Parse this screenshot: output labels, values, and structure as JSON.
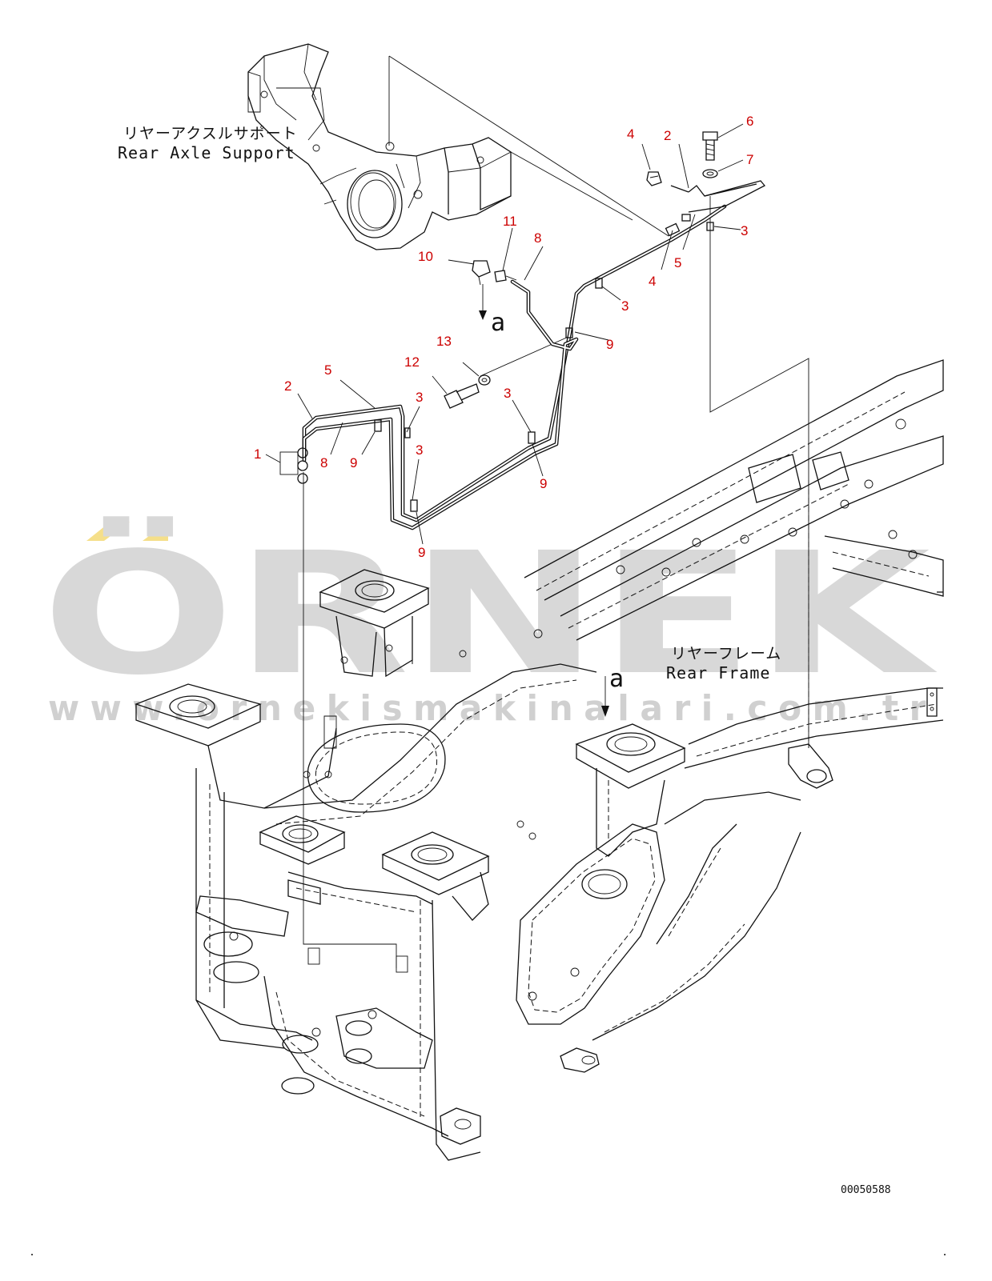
{
  "labels": {
    "rear_axle_support_jp": "リヤーアクスルサポート",
    "rear_axle_support_en": "Rear Axle Support",
    "rear_frame_jp": "リヤーフレーム",
    "rear_frame_en": "Rear Frame",
    "view_a_top": "a",
    "view_a_frame": "a",
    "document_number": "00050588"
  },
  "watermark": {
    "brand": "ÖRNEK",
    "url": "www.ornekismakinalari.com.tr",
    "brand_color": "#d8d8d8",
    "accent_color": "#f5df8a"
  },
  "callouts": [
    {
      "id": "c-4-top",
      "text": "4"
    },
    {
      "id": "c-2-top",
      "text": "2"
    },
    {
      "id": "c-6",
      "text": "6"
    },
    {
      "id": "c-7",
      "text": "7"
    },
    {
      "id": "c-3-top",
      "text": "3"
    },
    {
      "id": "c-5-right",
      "text": "5"
    },
    {
      "id": "c-4-mid",
      "text": "4"
    },
    {
      "id": "c-11",
      "text": "11"
    },
    {
      "id": "c-8-top",
      "text": "8"
    },
    {
      "id": "c-10",
      "text": "10"
    },
    {
      "id": "c-3-mid",
      "text": "3"
    },
    {
      "id": "c-9-right",
      "text": "9"
    },
    {
      "id": "c-13",
      "text": "13"
    },
    {
      "id": "c-12",
      "text": "12"
    },
    {
      "id": "c-5-left",
      "text": "5"
    },
    {
      "id": "c-2-left",
      "text": "2"
    },
    {
      "id": "c-3-a",
      "text": "3"
    },
    {
      "id": "c-3-b",
      "text": "3"
    },
    {
      "id": "c-3-c",
      "text": "3"
    },
    {
      "id": "c-1",
      "text": "1"
    },
    {
      "id": "c-8-left",
      "text": "8"
    },
    {
      "id": "c-9-left",
      "text": "9"
    },
    {
      "id": "c-9-mid",
      "text": "9"
    },
    {
      "id": "c-9-bottom",
      "text": "9"
    }
  ],
  "colors": {
    "callout": "#cc0000",
    "line": "#111111"
  }
}
